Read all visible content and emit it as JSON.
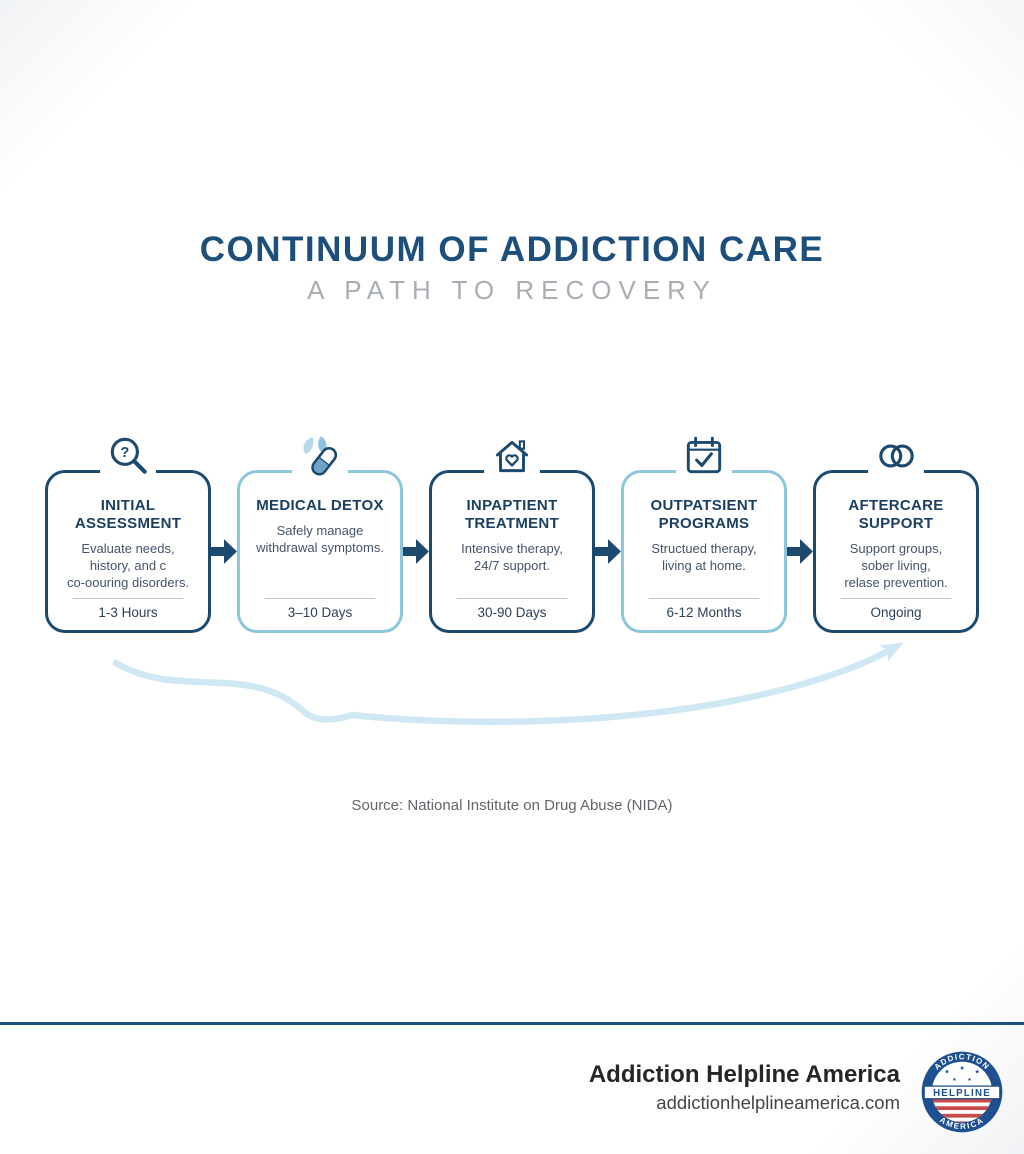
{
  "header": {
    "title": "CONTINUUM OF ADDICTION CARE",
    "subtitle": "A PATH TO RECOVERY"
  },
  "steps": [
    {
      "title": "INITIAL ASSESSMENT",
      "description": "Evaluate needs,\nhistory, and c\nco-oouring disorders.",
      "duration": "1-3 Hours",
      "icon": "magnifier-question-icon",
      "accent": "dark"
    },
    {
      "title": "MEDICAL DETOX",
      "description": "Safely manage\nwithdrawal symptoms.",
      "duration": "3–10 Days",
      "icon": "detox-leaf-pill-icon",
      "accent": "light"
    },
    {
      "title": "INPAPTIENT TREATMENT",
      "description": "Intensive therapy,\n24/7 support.",
      "duration": "30-90 Days",
      "icon": "house-heart-icon",
      "accent": "dark"
    },
    {
      "title": "OUTPATSIENT PROGRAMS",
      "description": "Structued therapy,\nliving at home.",
      "duration": "6-12 Months",
      "icon": "calendar-check-icon",
      "accent": "light"
    },
    {
      "title": "AFTERCARE SUPPORT",
      "description": "Support groups,\nsober living,\nrelase prevention.",
      "duration": "Ongoing",
      "icon": "linked-rings-icon",
      "accent": "dark"
    }
  ],
  "source": "Source: National Institute on Drug Abuse (NIDA)",
  "footer": {
    "brand": "Addiction Helpline America",
    "website": "addictionhelplineamerica.com",
    "badge": {
      "top": "ADDICTION",
      "middle": "HELPLINE",
      "bottom": "AMERICA"
    }
  },
  "icons": {
    "magnifier_glyph": "?"
  },
  "colors": {
    "navy": "#1c4a6e",
    "light_blue": "#8cc7de",
    "swoosh_blue": "#cfe8f4",
    "title_navy": "#1d4f7c",
    "subtitle_gray": "#a9aeb4",
    "badge_red": "#c84a4a"
  }
}
